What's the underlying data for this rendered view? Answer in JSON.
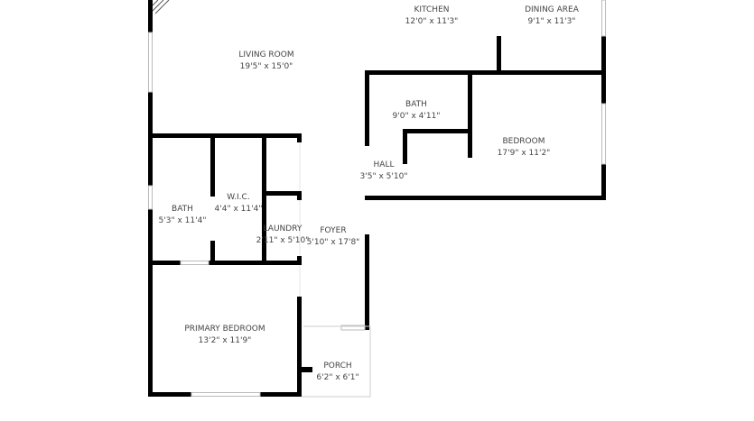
{
  "colors": {
    "wall": "#000000",
    "window": "#cfcfcf",
    "text": "#444444"
  },
  "rooms": [
    {
      "name": "LIVING ROOM",
      "size": "19'5\" x 15'0\""
    },
    {
      "name": "KITCHEN",
      "size": "12'0\" x 11'3\""
    },
    {
      "name": "DINING AREA",
      "size": "9'1\" x 11'3\""
    },
    {
      "name": "BATH",
      "size": "9'0\" x 4'11\""
    },
    {
      "name": "BEDROOM",
      "size": "17'9\" x 11'2\""
    },
    {
      "name": "HALL",
      "size": "3'5\" x 5'10\""
    },
    {
      "name": "BATH",
      "size": "5'3\" x 11'4\""
    },
    {
      "name": "W.I.C.",
      "size": "4'4\" x 11'4\""
    },
    {
      "name": "LAUNDRY",
      "size": "2'11\" x 5'10\""
    },
    {
      "name": "FOYER",
      "size": "5'10\" x 17'8\""
    },
    {
      "name": "PRIMARY BEDROOM",
      "size": "13'2\" x 11'9\""
    },
    {
      "name": "PORCH",
      "size": "6'2\" x 6'1\""
    }
  ]
}
